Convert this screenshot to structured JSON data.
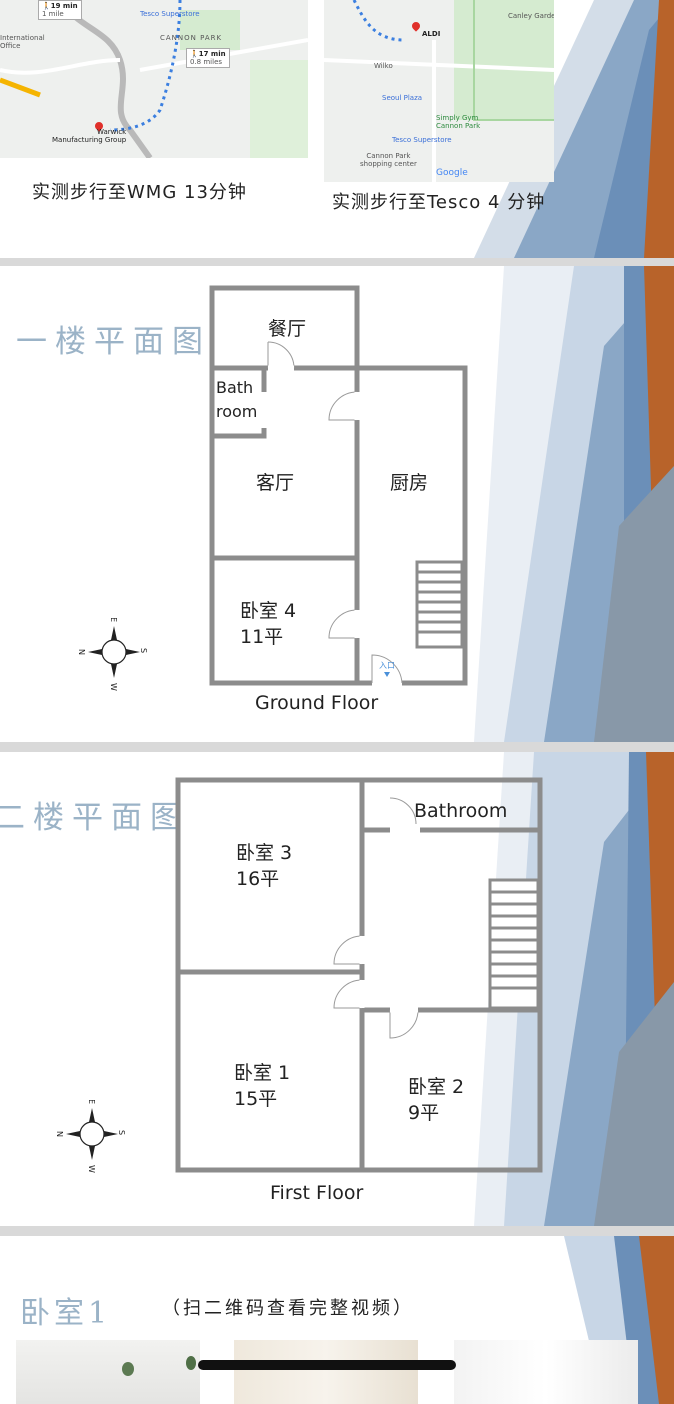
{
  "maps": {
    "left": {
      "walk1_time": "19 min",
      "walk1_dist": "1 mile",
      "place_international": "International",
      "place_office": "Office",
      "tesco": "Tesco Superstore",
      "cannon_park": "CANNON PARK",
      "walk2_time": "17 min",
      "walk2_dist": "0.8 miles",
      "warwick1": "Warwick",
      "warwick2": "Manufacturing Group",
      "caption": "实测步行至WMG 13分钟"
    },
    "right": {
      "canley": "Canley Garden",
      "aldi": "ALDI",
      "wilko": "Wilko",
      "seoul": "Seoul Plaza",
      "gym1": "Simply Gym",
      "gym2": "Cannon Park",
      "tesco": "Tesco Superstore",
      "centre1": "Cannon Park",
      "centre2": "shopping center",
      "google": "Google",
      "caption": "实测步行至Tesco 4 分钟"
    }
  },
  "ground": {
    "title": "一楼平面图",
    "dining": "餐厅",
    "bath1": "Bath",
    "bath2": "room",
    "living": "客厅",
    "kitchen": "厨房",
    "bed4": "卧室 4",
    "bed4_area": "11平",
    "entrance": "入口",
    "caption": "Ground Floor"
  },
  "first": {
    "title": "二楼平面图",
    "bathroom": "Bathroom",
    "bed3": "卧室 3",
    "bed3_area": "16平",
    "bed1": "卧室 1",
    "bed1_area": "15平",
    "bed2": "卧室 2",
    "bed2_area": "9平",
    "caption": "First Floor"
  },
  "compass": {
    "n": "N",
    "e": "E",
    "s": "S",
    "w": "W"
  },
  "bedroom_section": {
    "title": "卧室1",
    "subtitle": "（扫二维码查看完整视频）"
  },
  "colors": {
    "wall": "#8c8c8c",
    "title_blue": "#9bb3c7",
    "deco_blue": "#6b8fb8",
    "deco_orange": "#b8632a",
    "deco_gray": "#8898a8"
  }
}
